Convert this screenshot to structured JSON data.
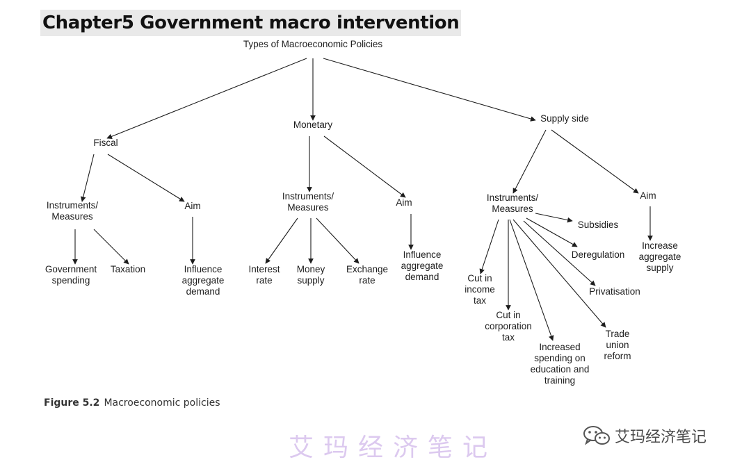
{
  "page": {
    "heading": "Chapter5 Government macro intervention",
    "caption_number": "Figure 5.2",
    "caption_text": "Macroeconomic policies",
    "watermark": "艾玛经济笔记",
    "brand_name": "艾玛经济笔记",
    "brand_icon": "wechat-icon"
  },
  "diagram": {
    "nodes": {
      "root": [
        "Types of Macroeconomic Policies"
      ],
      "fiscal": [
        "Fiscal"
      ],
      "monetary": [
        "Monetary"
      ],
      "supply": [
        "Supply side"
      ],
      "f_instr": [
        "Instruments/",
        "Measures"
      ],
      "f_aim": [
        "Aim"
      ],
      "f_gov": [
        "Government",
        "spending"
      ],
      "f_tax": [
        "Taxation"
      ],
      "f_infl": [
        "Influence",
        "aggregate",
        "demand"
      ],
      "m_instr": [
        "Instruments/",
        "Measures"
      ],
      "m_aim": [
        "Aim"
      ],
      "m_int": [
        "Interest",
        "rate"
      ],
      "m_money": [
        "Money",
        "supply"
      ],
      "m_exch": [
        "Exchange",
        "rate"
      ],
      "m_infl": [
        "Influence",
        "aggregate",
        "demand"
      ],
      "s_instr": [
        "Instruments/",
        "Measures"
      ],
      "s_aim": [
        "Aim"
      ],
      "s_incr": [
        "Increase",
        "aggregate",
        "supply"
      ],
      "s_subs": [
        "Subsidies"
      ],
      "s_dereg": [
        "Deregulation"
      ],
      "s_priv": [
        "Privatisation"
      ],
      "s_inc": [
        "Cut in",
        "income",
        "tax"
      ],
      "s_corp": [
        "Cut in",
        "corporation",
        "tax"
      ],
      "s_edu": [
        "Increased",
        "spending on",
        "education and",
        "training"
      ],
      "s_union": [
        "Trade",
        "union",
        "reform"
      ]
    },
    "edges": [
      [
        "root",
        "fiscal"
      ],
      [
        "root",
        "monetary"
      ],
      [
        "root",
        "supply"
      ],
      [
        "fiscal",
        "f_instr"
      ],
      [
        "fiscal",
        "f_aim"
      ],
      [
        "f_instr",
        "f_gov"
      ],
      [
        "f_instr",
        "f_tax"
      ],
      [
        "f_aim",
        "f_infl"
      ],
      [
        "monetary",
        "m_instr"
      ],
      [
        "monetary",
        "m_aim"
      ],
      [
        "m_instr",
        "m_int"
      ],
      [
        "m_instr",
        "m_money"
      ],
      [
        "m_instr",
        "m_exch"
      ],
      [
        "m_aim",
        "m_infl"
      ],
      [
        "supply",
        "s_instr"
      ],
      [
        "supply",
        "s_aim"
      ],
      [
        "s_aim",
        "s_incr"
      ],
      [
        "s_instr",
        "s_subs"
      ],
      [
        "s_instr",
        "s_dereg"
      ],
      [
        "s_instr",
        "s_priv"
      ],
      [
        "s_instr",
        "s_inc"
      ],
      [
        "s_instr",
        "s_corp"
      ],
      [
        "s_instr",
        "s_edu"
      ],
      [
        "s_instr",
        "s_union"
      ]
    ]
  }
}
